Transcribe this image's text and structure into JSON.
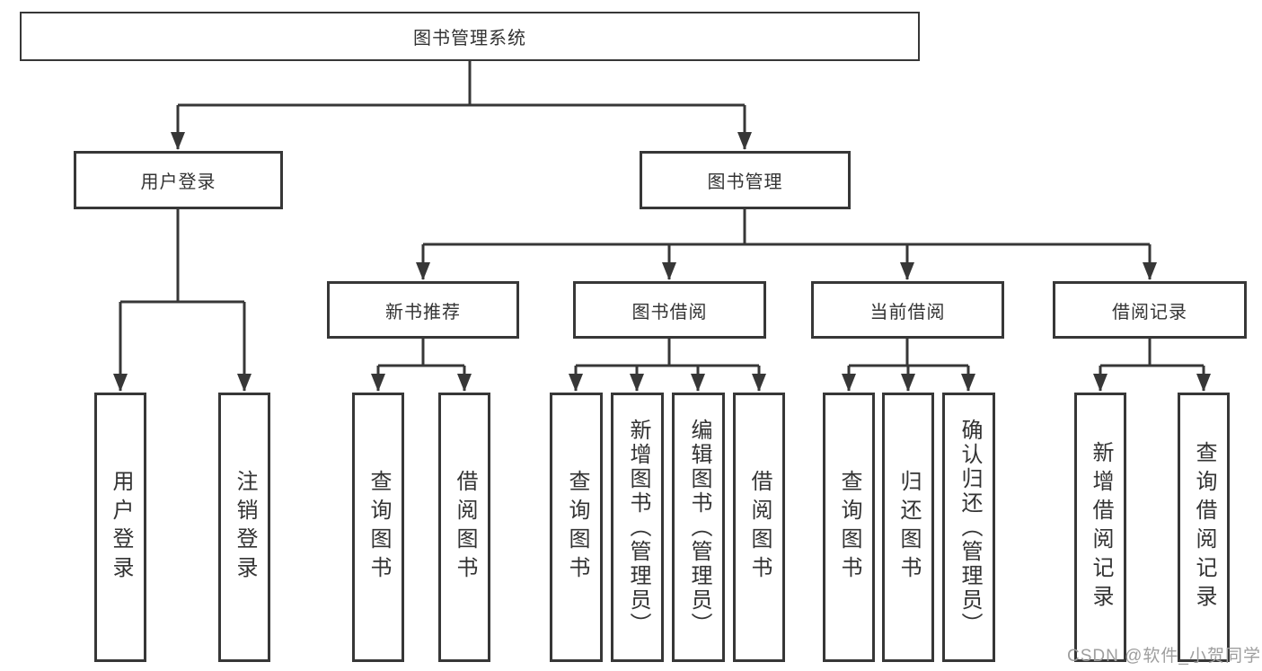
{
  "tree": {
    "root": {
      "label": "图书管理系统"
    },
    "branches": [
      {
        "label": "用户登录",
        "children": [
          {
            "label": "用户登录"
          },
          {
            "label": "注销登录"
          }
        ]
      },
      {
        "label": "图书管理",
        "children": [
          {
            "label": "新书推荐",
            "children": [
              {
                "label": "查询图书"
              },
              {
                "label": "借阅图书"
              }
            ]
          },
          {
            "label": "图书借阅",
            "children": [
              {
                "label": "查询图书"
              },
              {
                "label": "新增图书（管理员）"
              },
              {
                "label": "编辑图书（管理员）"
              },
              {
                "label": "借阅图书"
              }
            ]
          },
          {
            "label": "当前借阅",
            "children": [
              {
                "label": "查询图书"
              },
              {
                "label": "归还图书"
              },
              {
                "label": "确认归还（管理员）"
              }
            ]
          },
          {
            "label": "借阅记录",
            "children": [
              {
                "label": "新增借阅记录"
              },
              {
                "label": "查询借阅记录"
              }
            ]
          }
        ]
      }
    ]
  },
  "watermark": {
    "text": "CSDN @软件_小贺同学"
  },
  "colors": {
    "line": "#373737",
    "text": "#333333",
    "box_background": "#ffffff",
    "watermark": "#9e9e9e"
  }
}
